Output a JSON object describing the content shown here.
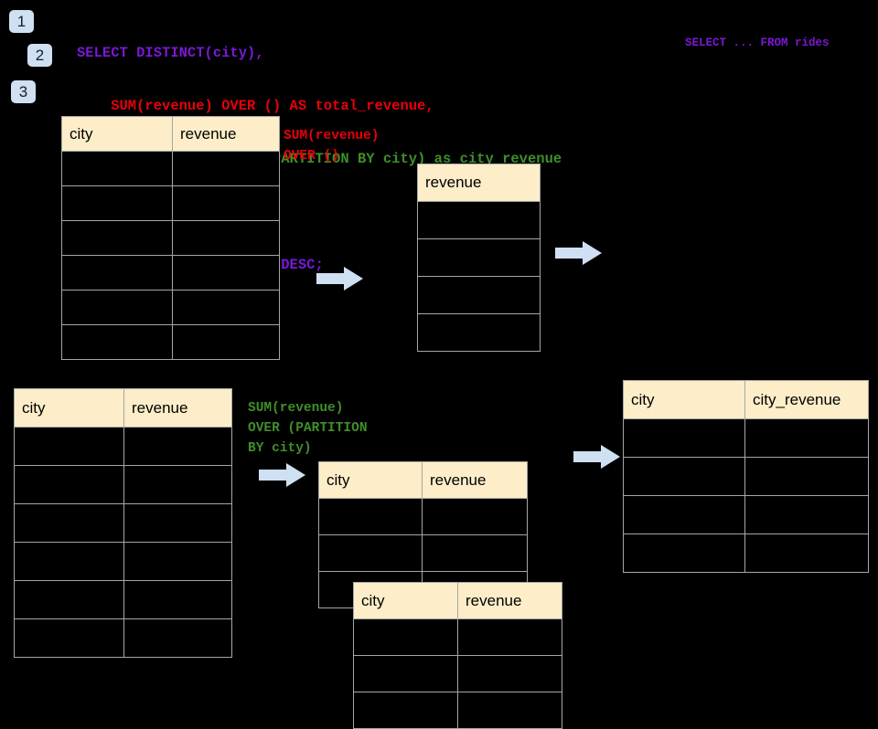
{
  "background": "#000000",
  "accent_badge_bg": "#cfe0f2",
  "header_cell_bg": "#fdeec9",
  "grid_line_color": "#a6a6a6",
  "badges": [
    {
      "label": "1"
    },
    {
      "label": "2"
    },
    {
      "label": "3"
    }
  ],
  "sql": {
    "lines": [
      {
        "text": "SELECT DISTINCT(city),",
        "color": "#7b18d6",
        "indent": 0
      },
      {
        "text": "    SUM(revenue) OVER () AS total_revenue,",
        "color": "#e8000b",
        "indent": 0
      },
      {
        "text": "    SUM(revenue) OVER (PARTITION BY city) as city_revenue",
        "color": "#3f8f29",
        "indent": 0
      },
      {
        "text": "  FROM rides",
        "color": "#7b18d6",
        "indent": 0
      },
      {
        "text": "  ORDER by city_revenue DESC;",
        "color": "#7b18d6",
        "indent": 0
      }
    ]
  },
  "side_note": {
    "text": "SELECT ... FROM rides",
    "color": "#7b18d6"
  },
  "annotations": {
    "total": {
      "text": "SUM(revenue)\nOVER ()",
      "color": "#e8000b"
    },
    "partition": {
      "text": "SUM(revenue)\nOVER (PARTITION\nBY city)",
      "color": "#3f8f29"
    }
  },
  "tables": {
    "source": {
      "name": "source-rides-table",
      "headers": [
        "city",
        "revenue"
      ],
      "row_count": 6,
      "rows": [
        [
          "",
          ""
        ],
        [
          "",
          ""
        ],
        [
          "",
          ""
        ],
        [
          "",
          ""
        ],
        [
          "",
          ""
        ],
        [
          "",
          ""
        ]
      ]
    },
    "total": {
      "name": "total-revenue-table",
      "headers": [
        "revenue"
      ],
      "row_count": 4,
      "rows": [
        [
          ""
        ],
        [
          ""
        ],
        [
          ""
        ],
        [
          ""
        ]
      ]
    },
    "source2": {
      "name": "source-rides-table-2",
      "headers": [
        "city",
        "revenue"
      ],
      "row_count": 6,
      "rows": [
        [
          "",
          ""
        ],
        [
          "",
          ""
        ],
        [
          "",
          ""
        ],
        [
          "",
          ""
        ],
        [
          "",
          ""
        ],
        [
          "",
          ""
        ]
      ]
    },
    "partition1": {
      "name": "partition-group-table-1",
      "headers": [
        "city",
        "revenue"
      ],
      "row_count": 3,
      "rows": [
        [
          "",
          ""
        ],
        [
          "",
          ""
        ],
        [
          "",
          ""
        ]
      ]
    },
    "partition2": {
      "name": "partition-group-table-2",
      "headers": [
        "city",
        "revenue"
      ],
      "row_count": 3,
      "rows": [
        [
          "",
          ""
        ],
        [
          "",
          ""
        ],
        [
          "",
          ""
        ]
      ]
    },
    "result": {
      "name": "result-city-revenue-table",
      "headers": [
        "city",
        "city_revenue"
      ],
      "row_count": 4,
      "rows": [
        [
          "",
          ""
        ],
        [
          "",
          ""
        ],
        [
          "",
          ""
        ],
        [
          "",
          ""
        ]
      ]
    }
  },
  "arrows": {
    "color": "#cfe0f2",
    "items": [
      {
        "name": "arrow-source-to-total"
      },
      {
        "name": "arrow-total-to-result"
      },
      {
        "name": "arrow-source2-to-partition"
      },
      {
        "name": "arrow-partition-to-result"
      }
    ]
  }
}
